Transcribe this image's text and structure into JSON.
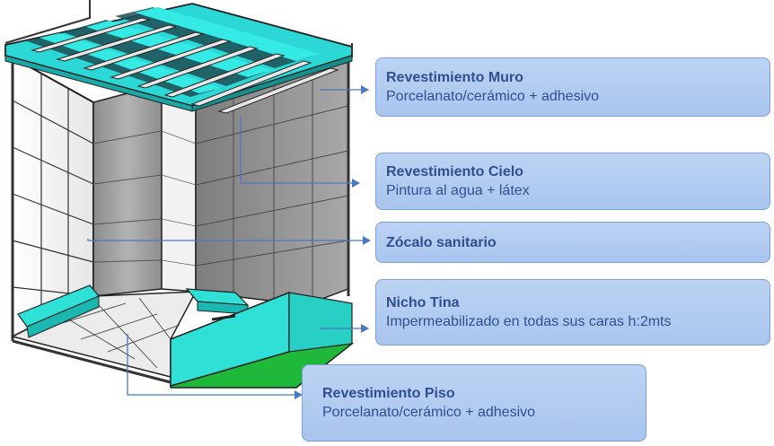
{
  "callouts": {
    "muro": {
      "title": "Revestimiento Muro",
      "desc": "Porcelanato/cerámico + adhesivo"
    },
    "cielo": {
      "title": "Revestimiento Cielo",
      "desc": "Pintura al agua + látex"
    },
    "zocalo": {
      "title": "Zócalo sanitario"
    },
    "nicho": {
      "title": "Nicho Tina",
      "desc": "Impermeabilizado en todas sus caras h:2mts"
    },
    "piso": {
      "title": "Revestimiento Piso",
      "desc": "Porcelanato/cerámico + adhesivo"
    }
  },
  "colors": {
    "callout_fill": "#b3ccf1",
    "callout_text": "#2f4f8f",
    "connector": "#4a78c2",
    "cyan_panel": "#2ee0d6",
    "green_floor": "#1fb83a",
    "wall_gray": "#9a9a9a",
    "wall_white": "#f4f4f4"
  }
}
